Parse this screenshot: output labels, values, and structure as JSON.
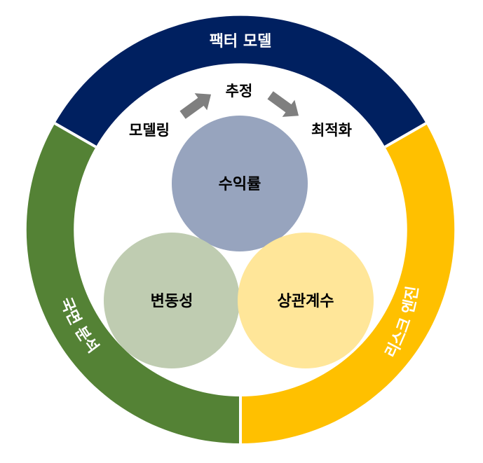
{
  "ring": {
    "top": {
      "label": "팩터 모델",
      "color": "#002060"
    },
    "right": {
      "label": "리스크 엔진",
      "color": "#FFC000"
    },
    "left": {
      "label": "국면 분석",
      "color": "#548235"
    }
  },
  "process": {
    "step1": "모델링",
    "step2": "추정",
    "step3": "최적화",
    "arrow_color": "#7F7F7F"
  },
  "circles": {
    "top": {
      "label": "수익률",
      "color": "#97A4BE"
    },
    "left": {
      "label": "변동성",
      "color": "#BFCCB1"
    },
    "right": {
      "label": "상관계수",
      "color": "#FFE699"
    }
  }
}
